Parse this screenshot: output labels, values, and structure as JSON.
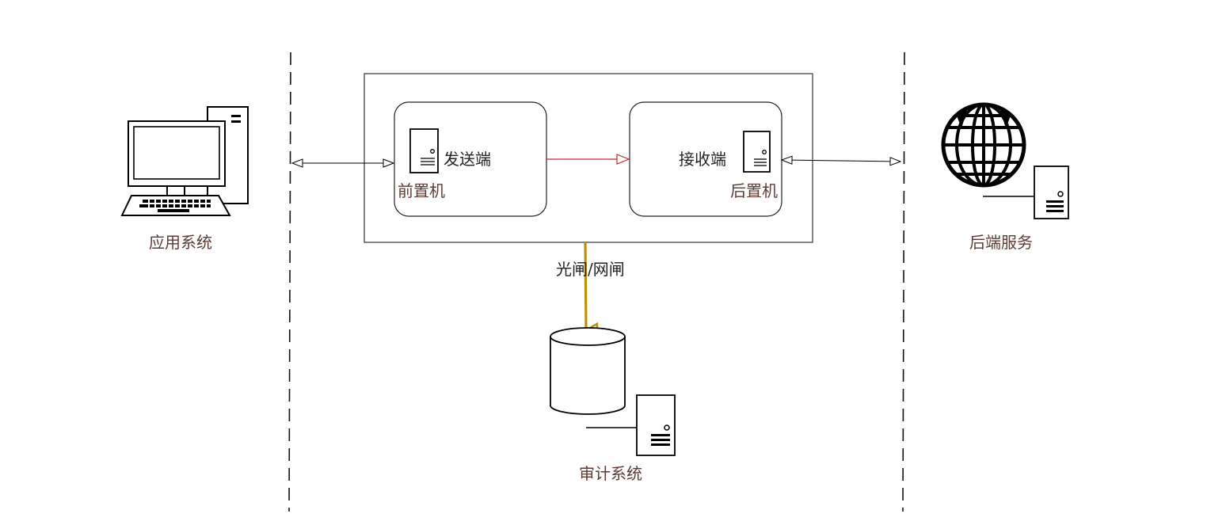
{
  "diagram": {
    "zones": {
      "left": {
        "label": "应用系统",
        "icon": "desktop-computer-icon"
      },
      "right": {
        "label": "后端服务",
        "icon": "globe-server-icon"
      }
    },
    "gateway_box": {
      "front_node": {
        "role_label": "发送端",
        "machine_label": "前置机",
        "icon": "server-tower-icon"
      },
      "back_node": {
        "role_label": "接收端",
        "machine_label": "后置机",
        "icon": "server-tower-icon"
      }
    },
    "audit": {
      "label": "审计系统",
      "icon": "database-server-icon"
    },
    "links": {
      "gateway_label": "光闸/网闸",
      "front_to_back_color": "#c0282d",
      "gateway_to_audit_color": "#b8900c",
      "default_color": "#000000"
    }
  }
}
